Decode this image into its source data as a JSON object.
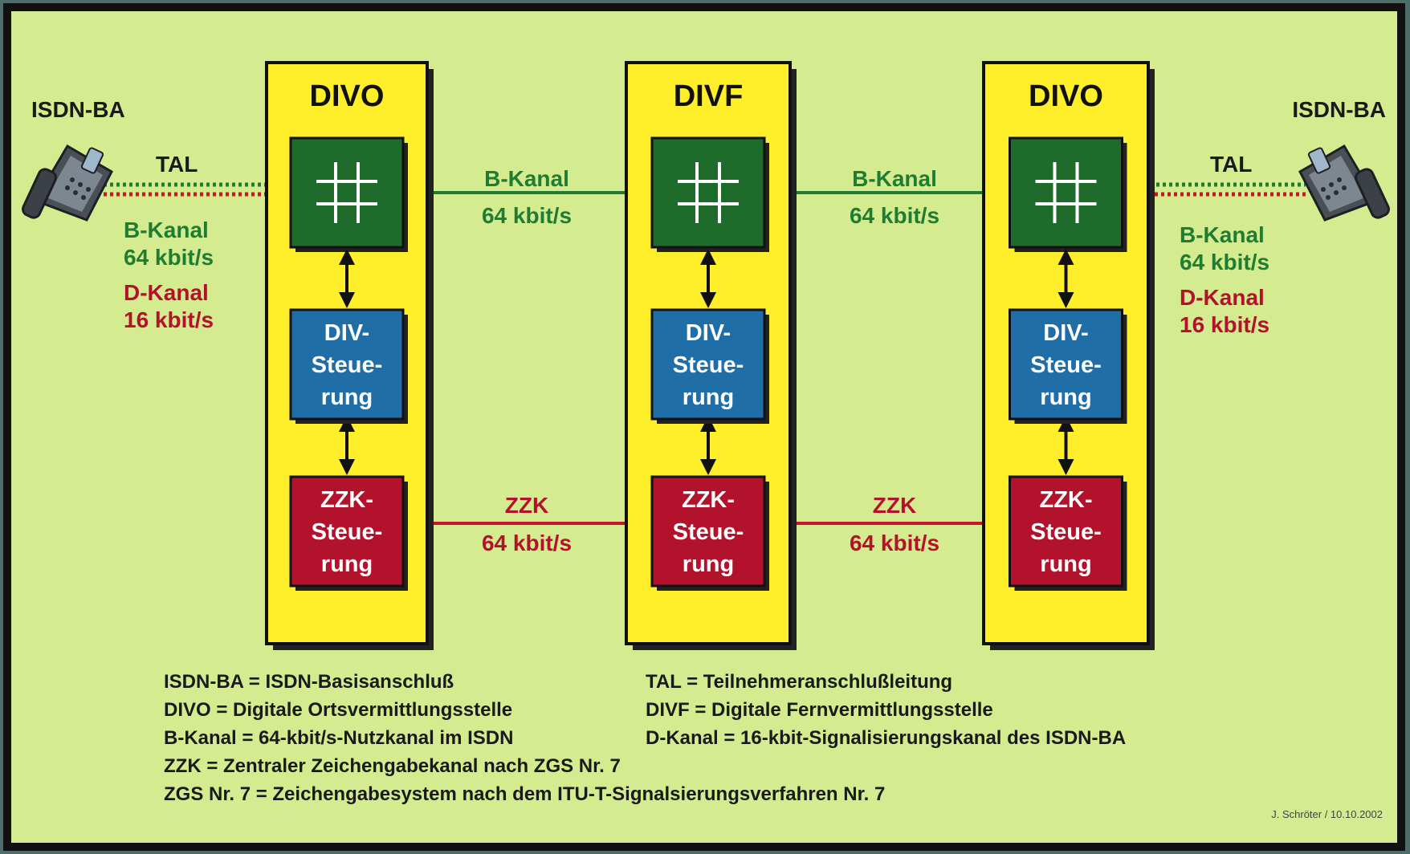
{
  "colors": {
    "background": "#d4eb8f",
    "node_fill": "#ffef2a",
    "switch_fill": "#1f6b2b",
    "control_fill": "#1f6ea8",
    "zzk_fill": "#b3122c",
    "b_channel": "#1f7d33",
    "d_channel": "#b3122c"
  },
  "icons": {
    "phone_left": "telephone-icon",
    "phone_right": "telephone-icon",
    "switch": "crossbar-grid-icon"
  },
  "nodes": [
    {
      "title": "DIVO",
      "control_label": [
        "DIV-",
        "Steue-",
        "rung"
      ],
      "zzk_label": [
        "ZZK-",
        "Steue-",
        "rung"
      ]
    },
    {
      "title": "DIVF",
      "control_label": [
        "DIV-",
        "Steue-",
        "rung"
      ],
      "zzk_label": [
        "ZZK-",
        "Steue-",
        "rung"
      ]
    },
    {
      "title": "DIVO",
      "control_label": [
        "DIV-",
        "Steue-",
        "rung"
      ],
      "zzk_label": [
        "ZZK-",
        "Steue-",
        "rung"
      ]
    }
  ],
  "endpoints": {
    "left": {
      "label": "ISDN-BA",
      "line_label": "TAL",
      "b_label": "B-Kanal",
      "b_rate": "64 kbit/s",
      "d_label": "D-Kanal",
      "d_rate": "16 kbit/s"
    },
    "right": {
      "label": "ISDN-BA",
      "line_label": "TAL",
      "b_label": "B-Kanal",
      "b_rate": "64 kbit/s",
      "d_label": "D-Kanal",
      "d_rate": "16 kbit/s"
    }
  },
  "links": {
    "b_left": {
      "label": "B-Kanal",
      "rate": "64 kbit/s"
    },
    "b_right": {
      "label": "B-Kanal",
      "rate": "64 kbit/s"
    },
    "zzk_left": {
      "label": "ZZK",
      "rate": "64 kbit/s"
    },
    "zzk_right": {
      "label": "ZZK",
      "rate": "64 kbit/s"
    }
  },
  "legend": {
    "isdn_ba": "ISDN-BA = ISDN-Basisanschluß",
    "tal": "TAL = Teilnehmeranschlußleitung",
    "divo": "DIVO = Digitale Ortsvermittlungsstelle",
    "divf": "DIVF = Digitale Fernvermittlungsstelle",
    "b_kanal": "B-Kanal = 64-kbit/s-Nutzkanal im ISDN",
    "d_kanal": "D-Kanal = 16-kbit-Signalisierungskanal des ISDN-BA",
    "zzk": "ZZK = Zentraler Zeichengabekanal nach ZGS Nr. 7",
    "zgs": "ZGS Nr. 7 = Zeichengabesystem nach dem ITU-T-Signalsierungsverfahren Nr. 7"
  },
  "credit": "J. Schröter / 10.10.2002"
}
